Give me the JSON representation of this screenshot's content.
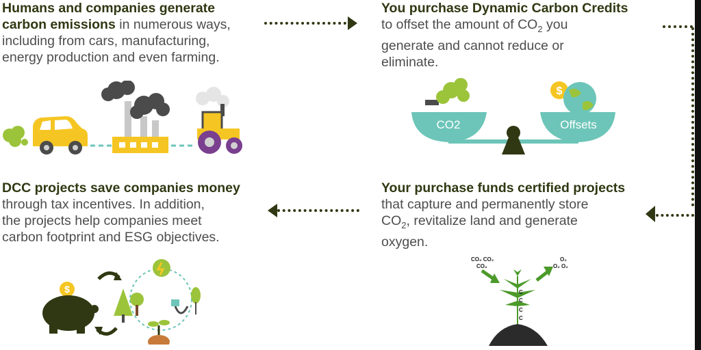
{
  "steps": {
    "emissions": {
      "heading_1": "Humans and companies generate",
      "heading_2": "carbon emissions",
      "text_rest": " in numerous ways,",
      "line_3": "including from cars, manufacturing,",
      "line_4": "energy production and even farming."
    },
    "purchase": {
      "heading": "You purchase Dynamic Carbon Credits",
      "line_2_pre": "to offset the amount of CO",
      "line_2_sub": "2",
      "line_2_post": " you",
      "line_3": "generate and cannot reduce or",
      "line_4": "eliminate."
    },
    "funds": {
      "heading": "Your purchase funds certified projects",
      "line_2": "that capture and permanently store",
      "line_3_pre": "CO",
      "line_3_sub": "2",
      "line_3_post": ", revitalize land and generate",
      "line_4": "oxygen."
    },
    "savings": {
      "heading": "DCC projects save companies money",
      "line_2": "through tax incentives. In addition,",
      "line_3": "the projects help companies meet",
      "line_4": "carbon footprint and ESG objectives."
    }
  },
  "scale": {
    "left_label": "CO2",
    "right_label": "Offsets",
    "coin_symbol": "$"
  },
  "plant_diagram": {
    "co2_labels": [
      "CO₂ CO₂",
      "CO₂"
    ],
    "o2_labels": [
      "O₂",
      "O₂ O₂"
    ],
    "carbon_labels": [
      "C",
      "C",
      "C",
      "C"
    ]
  },
  "piggy": {
    "coin_symbol": "$"
  },
  "colors": {
    "accent_dark": "#2f3812",
    "teal": "#6cc5b8",
    "olive": "#5c7a29",
    "yellow": "#f5c623",
    "smoke": "#4b4b4b",
    "leaf_green": "#9cc43b"
  },
  "icons": [
    "car-icon",
    "factory-icon",
    "tractor-icon",
    "balance-scale-icon",
    "globe-icon",
    "coin-icon",
    "plant-icon",
    "piggy-bank-icon",
    "tree-icon",
    "lightbulb-icon",
    "plug-icon",
    "sprout-icon",
    "leaf-icon"
  ]
}
